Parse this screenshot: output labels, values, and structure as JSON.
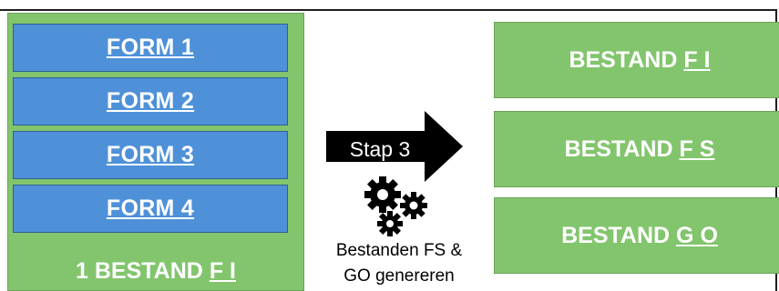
{
  "left_panel": {
    "forms": [
      "FORM 1",
      "FORM 2",
      "FORM 3",
      "FORM 4"
    ],
    "footer_prefix": "1 BESTAND",
    "footer_code": "F I"
  },
  "process": {
    "arrow_label": "Stap 3",
    "gear_icon": "gears-icon",
    "caption_line1": "Bestanden FS &",
    "caption_line2": "GO genereren"
  },
  "outputs": [
    {
      "prefix": "BESTAND",
      "code": "F I"
    },
    {
      "prefix": "BESTAND",
      "code": "F S"
    },
    {
      "prefix": "BESTAND",
      "code": "G O"
    }
  ],
  "colors": {
    "green": "#82c56d",
    "blue": "#4f91d8",
    "arrow": "#000000"
  }
}
